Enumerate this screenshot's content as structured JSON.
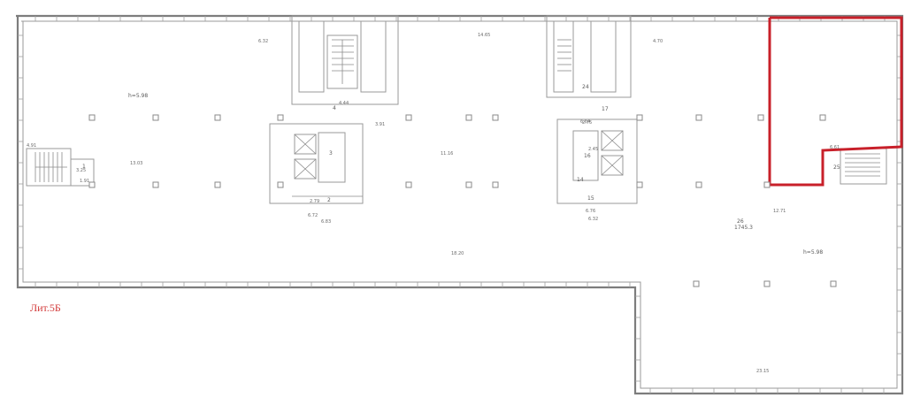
{
  "plan": {
    "lit_label": "Лит.5Б",
    "heights": [
      "h=5.98",
      "h=5.98"
    ],
    "rooms": [
      "1",
      "2",
      "3",
      "4",
      "14",
      "15",
      "16",
      "17",
      "24",
      "25",
      "26"
    ],
    "area_label": "1745.3",
    "dims": [
      "4.91",
      "6.32",
      "3.25",
      "13.03",
      "2.79",
      "6.72",
      "14.65",
      "18.20",
      "6.32",
      "23.15",
      "6.83",
      "4.44",
      "6.76",
      "4.70",
      "3.91",
      "2.45",
      "6.64",
      "11.16",
      "12.71",
      "2.75",
      "6.61",
      "1.91"
    ]
  },
  "colors": {
    "highlight": "#c8202a",
    "walls": "#7d7d7d",
    "lit_label": "#d23a3a"
  }
}
